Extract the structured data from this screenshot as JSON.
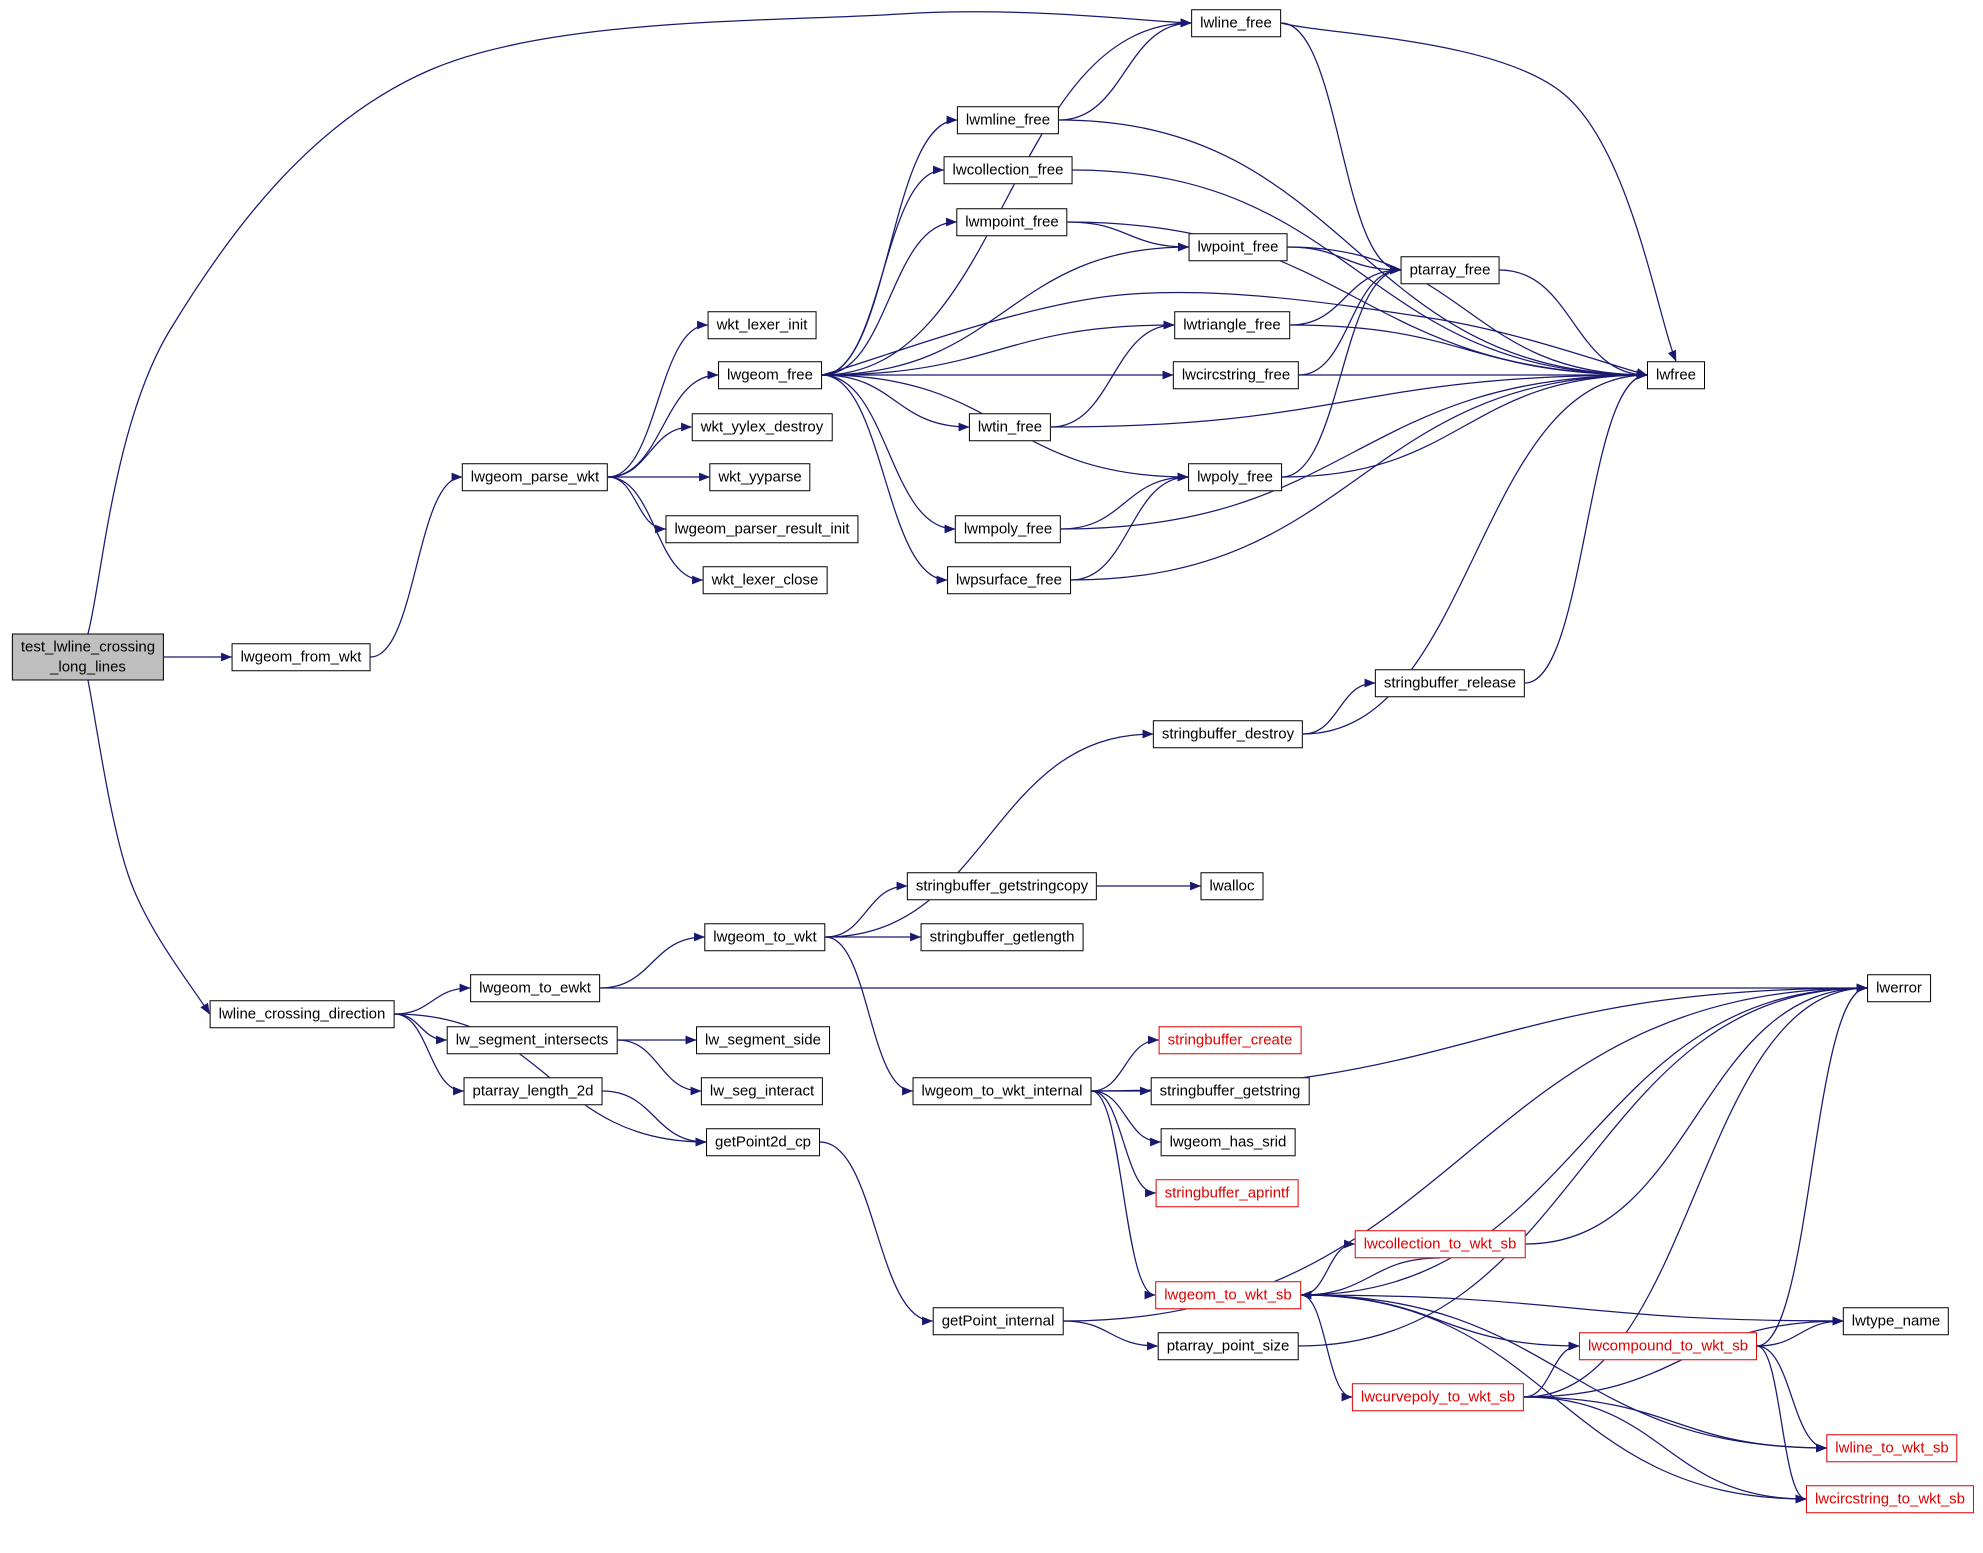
{
  "diagram": {
    "type": "call-graph",
    "colors": {
      "edge": "#191970",
      "node_border": "#000000",
      "node_fill": "#ffffff",
      "main_node_fill": "#bfbfbf",
      "truncated_node": "#e00000"
    },
    "nodes": [
      {
        "id": "test_lwline_crossing_long_lines",
        "label": "test_lwline_crossing\n_long_lines",
        "style": "main"
      },
      {
        "id": "lwgeom_from_wkt",
        "label": "lwgeom_from_wkt",
        "style": "normal"
      },
      {
        "id": "lwline_free",
        "label": "lwline_free",
        "style": "normal"
      },
      {
        "id": "lwmline_free",
        "label": "lwmline_free",
        "style": "normal"
      },
      {
        "id": "lwcollection_free",
        "label": "lwcollection_free",
        "style": "normal"
      },
      {
        "id": "lwmpoint_free",
        "label": "lwmpoint_free",
        "style": "normal"
      },
      {
        "id": "lwpoint_free",
        "label": "lwpoint_free",
        "style": "normal"
      },
      {
        "id": "ptarray_free",
        "label": "ptarray_free",
        "style": "normal"
      },
      {
        "id": "wkt_lexer_init",
        "label": "wkt_lexer_init",
        "style": "normal"
      },
      {
        "id": "lwtriangle_free",
        "label": "lwtriangle_free",
        "style": "normal"
      },
      {
        "id": "lwgeom_free",
        "label": "lwgeom_free",
        "style": "normal"
      },
      {
        "id": "lwcircstring_free",
        "label": "lwcircstring_free",
        "style": "normal"
      },
      {
        "id": "lwfree",
        "label": "lwfree",
        "style": "normal"
      },
      {
        "id": "wkt_yylex_destroy",
        "label": "wkt_yylex_destroy",
        "style": "normal"
      },
      {
        "id": "lwtin_free",
        "label": "lwtin_free",
        "style": "normal"
      },
      {
        "id": "lwgeom_parse_wkt",
        "label": "lwgeom_parse_wkt",
        "style": "normal"
      },
      {
        "id": "wkt_yyparse",
        "label": "wkt_yyparse",
        "style": "normal"
      },
      {
        "id": "lwpoly_free",
        "label": "lwpoly_free",
        "style": "normal"
      },
      {
        "id": "lwgeom_parser_result_init",
        "label": "lwgeom_parser_result_init",
        "style": "normal"
      },
      {
        "id": "lwmpoly_free",
        "label": "lwmpoly_free",
        "style": "normal"
      },
      {
        "id": "wkt_lexer_close",
        "label": "wkt_lexer_close",
        "style": "normal"
      },
      {
        "id": "lwpsurface_free",
        "label": "lwpsurface_free",
        "style": "normal"
      },
      {
        "id": "stringbuffer_release",
        "label": "stringbuffer_release",
        "style": "normal"
      },
      {
        "id": "stringbuffer_destroy",
        "label": "stringbuffer_destroy",
        "style": "normal"
      },
      {
        "id": "stringbuffer_getstringcopy",
        "label": "stringbuffer_getstringcopy",
        "style": "normal"
      },
      {
        "id": "lwalloc",
        "label": "lwalloc",
        "style": "normal"
      },
      {
        "id": "lwgeom_to_wkt",
        "label": "lwgeom_to_wkt",
        "style": "normal"
      },
      {
        "id": "stringbuffer_getlength",
        "label": "stringbuffer_getlength",
        "style": "normal"
      },
      {
        "id": "lwgeom_to_ewkt",
        "label": "lwgeom_to_ewkt",
        "style": "normal"
      },
      {
        "id": "lwerror",
        "label": "lwerror",
        "style": "normal"
      },
      {
        "id": "lwline_crossing_direction",
        "label": "lwline_crossing_direction",
        "style": "normal"
      },
      {
        "id": "lw_segment_intersects",
        "label": "lw_segment_intersects",
        "style": "normal"
      },
      {
        "id": "lw_segment_side",
        "label": "lw_segment_side",
        "style": "normal"
      },
      {
        "id": "stringbuffer_create",
        "label": "stringbuffer_create",
        "style": "truncated"
      },
      {
        "id": "ptarray_length_2d",
        "label": "ptarray_length_2d",
        "style": "normal"
      },
      {
        "id": "lw_seg_interact",
        "label": "lw_seg_interact",
        "style": "normal"
      },
      {
        "id": "lwgeom_to_wkt_internal",
        "label": "lwgeom_to_wkt_internal",
        "style": "normal"
      },
      {
        "id": "stringbuffer_getstring",
        "label": "stringbuffer_getstring",
        "style": "normal"
      },
      {
        "id": "getPoint2d_cp",
        "label": "getPoint2d_cp",
        "style": "normal"
      },
      {
        "id": "lwgeom_has_srid",
        "label": "lwgeom_has_srid",
        "style": "normal"
      },
      {
        "id": "stringbuffer_aprintf",
        "label": "stringbuffer_aprintf",
        "style": "truncated"
      },
      {
        "id": "lwcollection_to_wkt_sb",
        "label": "lwcollection_to_wkt_sb",
        "style": "truncated"
      },
      {
        "id": "lwgeom_to_wkt_sb",
        "label": "lwgeom_to_wkt_sb",
        "style": "truncated"
      },
      {
        "id": "lwtype_name",
        "label": "lwtype_name",
        "style": "normal"
      },
      {
        "id": "getPoint_internal",
        "label": "getPoint_internal",
        "style": "normal"
      },
      {
        "id": "ptarray_point_size",
        "label": "ptarray_point_size",
        "style": "normal"
      },
      {
        "id": "lwcompound_to_wkt_sb",
        "label": "lwcompound_to_wkt_sb",
        "style": "truncated"
      },
      {
        "id": "lwcurvepoly_to_wkt_sb",
        "label": "lwcurvepoly_to_wkt_sb",
        "style": "truncated"
      },
      {
        "id": "lwline_to_wkt_sb",
        "label": "lwline_to_wkt_sb",
        "style": "truncated"
      },
      {
        "id": "lwcircstring_to_wkt_sb",
        "label": "lwcircstring_to_wkt_sb",
        "style": "truncated"
      }
    ],
    "edges": [
      [
        "test_lwline_crossing_long_lines",
        "lwgeom_from_wkt"
      ],
      [
        "test_lwline_crossing_long_lines",
        "lwline_free"
      ],
      [
        "test_lwline_crossing_long_lines",
        "lwline_crossing_direction"
      ],
      [
        "lwgeom_from_wkt",
        "lwgeom_parse_wkt"
      ],
      [
        "lwgeom_parse_wkt",
        "wkt_lexer_init"
      ],
      [
        "lwgeom_parse_wkt",
        "lwgeom_free"
      ],
      [
        "lwgeom_parse_wkt",
        "wkt_yylex_destroy"
      ],
      [
        "lwgeom_parse_wkt",
        "wkt_yyparse"
      ],
      [
        "lwgeom_parse_wkt",
        "lwgeom_parser_result_init"
      ],
      [
        "lwgeom_parse_wkt",
        "wkt_lexer_close"
      ],
      [
        "lwgeom_free",
        "lwline_free"
      ],
      [
        "lwgeom_free",
        "lwmline_free"
      ],
      [
        "lwgeom_free",
        "lwcollection_free"
      ],
      [
        "lwgeom_free",
        "lwmpoint_free"
      ],
      [
        "lwgeom_free",
        "lwpoint_free"
      ],
      [
        "lwgeom_free",
        "lwtriangle_free"
      ],
      [
        "lwgeom_free",
        "lwcircstring_free"
      ],
      [
        "lwgeom_free",
        "lwtin_free"
      ],
      [
        "lwgeom_free",
        "lwpoly_free"
      ],
      [
        "lwgeom_free",
        "lwmpoly_free"
      ],
      [
        "lwgeom_free",
        "lwpsurface_free"
      ],
      [
        "lwgeom_free",
        "lwfree"
      ],
      [
        "lwline_free",
        "ptarray_free"
      ],
      [
        "lwline_free",
        "lwfree"
      ],
      [
        "lwmline_free",
        "lwline_free"
      ],
      [
        "lwmline_free",
        "lwfree"
      ],
      [
        "lwcollection_free",
        "lwfree"
      ],
      [
        "lwmpoint_free",
        "lwpoint_free"
      ],
      [
        "lwmpoint_free",
        "lwfree"
      ],
      [
        "lwpoint_free",
        "ptarray_free"
      ],
      [
        "lwpoint_free",
        "lwfree"
      ],
      [
        "ptarray_free",
        "lwfree"
      ],
      [
        "lwtriangle_free",
        "ptarray_free"
      ],
      [
        "lwtriangle_free",
        "lwfree"
      ],
      [
        "lwcircstring_free",
        "ptarray_free"
      ],
      [
        "lwcircstring_free",
        "lwfree"
      ],
      [
        "lwtin_free",
        "lwtriangle_free"
      ],
      [
        "lwtin_free",
        "lwfree"
      ],
      [
        "lwpoly_free",
        "ptarray_free"
      ],
      [
        "lwpoly_free",
        "lwfree"
      ],
      [
        "lwmpoly_free",
        "lwpoly_free"
      ],
      [
        "lwmpoly_free",
        "lwfree"
      ],
      [
        "lwpsurface_free",
        "lwpoly_free"
      ],
      [
        "lwpsurface_free",
        "lwfree"
      ],
      [
        "lwline_crossing_direction",
        "lwgeom_to_ewkt"
      ],
      [
        "lwline_crossing_direction",
        "lw_segment_intersects"
      ],
      [
        "lwline_crossing_direction",
        "ptarray_length_2d"
      ],
      [
        "lwline_crossing_direction",
        "getPoint2d_cp"
      ],
      [
        "lwgeom_to_ewkt",
        "lwgeom_to_wkt"
      ],
      [
        "lwgeom_to_ewkt",
        "lwerror"
      ],
      [
        "lwgeom_to_wkt",
        "stringbuffer_getstringcopy"
      ],
      [
        "lwgeom_to_wkt",
        "stringbuffer_getlength"
      ],
      [
        "lwgeom_to_wkt",
        "stringbuffer_destroy"
      ],
      [
        "lwgeom_to_wkt",
        "lwgeom_to_wkt_internal"
      ],
      [
        "stringbuffer_getstringcopy",
        "lwalloc"
      ],
      [
        "stringbuffer_destroy",
        "stringbuffer_release"
      ],
      [
        "stringbuffer_destroy",
        "lwfree"
      ],
      [
        "stringbuffer_release",
        "lwfree"
      ],
      [
        "lw_segment_intersects",
        "lw_segment_side"
      ],
      [
        "lw_segment_intersects",
        "lw_seg_interact"
      ],
      [
        "ptarray_length_2d",
        "getPoint2d_cp"
      ],
      [
        "getPoint2d_cp",
        "getPoint_internal"
      ],
      [
        "getPoint_internal",
        "ptarray_point_size"
      ],
      [
        "getPoint_internal",
        "lwerror"
      ],
      [
        "ptarray_point_size",
        "lwerror"
      ],
      [
        "lwgeom_to_wkt_internal",
        "stringbuffer_create"
      ],
      [
        "lwgeom_to_wkt_internal",
        "stringbuffer_getstring"
      ],
      [
        "lwgeom_to_wkt_internal",
        "lwgeom_has_srid"
      ],
      [
        "lwgeom_to_wkt_internal",
        "stringbuffer_aprintf"
      ],
      [
        "lwgeom_to_wkt_internal",
        "lwgeom_to_wkt_sb"
      ],
      [
        "lwgeom_to_wkt_internal",
        "lwerror"
      ],
      [
        "lwgeom_to_wkt_sb",
        "lwcollection_to_wkt_sb"
      ],
      [
        "lwgeom_to_wkt_sb",
        "lwcurvepoly_to_wkt_sb"
      ],
      [
        "lwgeom_to_wkt_sb",
        "lwcompound_to_wkt_sb"
      ],
      [
        "lwgeom_to_wkt_sb",
        "lwline_to_wkt_sb"
      ],
      [
        "lwgeom_to_wkt_sb",
        "lwcircstring_to_wkt_sb"
      ],
      [
        "lwgeom_to_wkt_sb",
        "lwtype_name"
      ],
      [
        "lwgeom_to_wkt_sb",
        "lwerror"
      ],
      [
        "lwcollection_to_wkt_sb",
        "lwgeom_to_wkt_sb"
      ],
      [
        "lwcollection_to_wkt_sb",
        "lwerror"
      ],
      [
        "lwcurvepoly_to_wkt_sb",
        "lwcompound_to_wkt_sb"
      ],
      [
        "lwcurvepoly_to_wkt_sb",
        "lwline_to_wkt_sb"
      ],
      [
        "lwcurvepoly_to_wkt_sb",
        "lwcircstring_to_wkt_sb"
      ],
      [
        "lwcurvepoly_to_wkt_sb",
        "lwtype_name"
      ],
      [
        "lwcurvepoly_to_wkt_sb",
        "lwerror"
      ],
      [
        "lwcompound_to_wkt_sb",
        "lwline_to_wkt_sb"
      ],
      [
        "lwcompound_to_wkt_sb",
        "lwcircstring_to_wkt_sb"
      ],
      [
        "lwcompound_to_wkt_sb",
        "lwtype_name"
      ],
      [
        "lwcompound_to_wkt_sb",
        "lwerror"
      ]
    ]
  }
}
